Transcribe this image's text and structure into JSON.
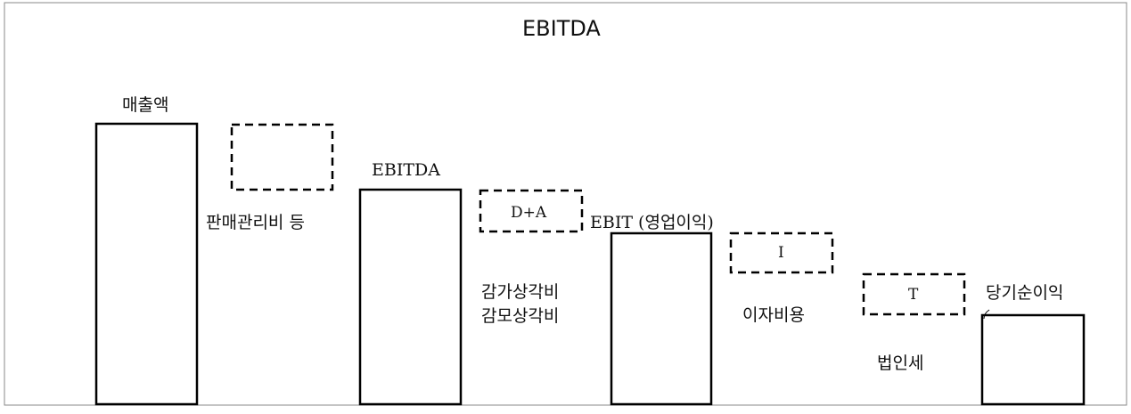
{
  "title": "EBITDA",
  "labels": {
    "revenue": "매출액",
    "sga": "판매관리비 등",
    "ebitda": "EBITDA",
    "da_box": "D+A",
    "da_line1": "감가상각비",
    "da_line2": "감모상각비",
    "ebit": "EBIT (영업이익)",
    "interest_box": "I",
    "interest": "이자비용",
    "tax_box": "T",
    "tax": "법인세",
    "net_income": "당기순이익"
  }
}
